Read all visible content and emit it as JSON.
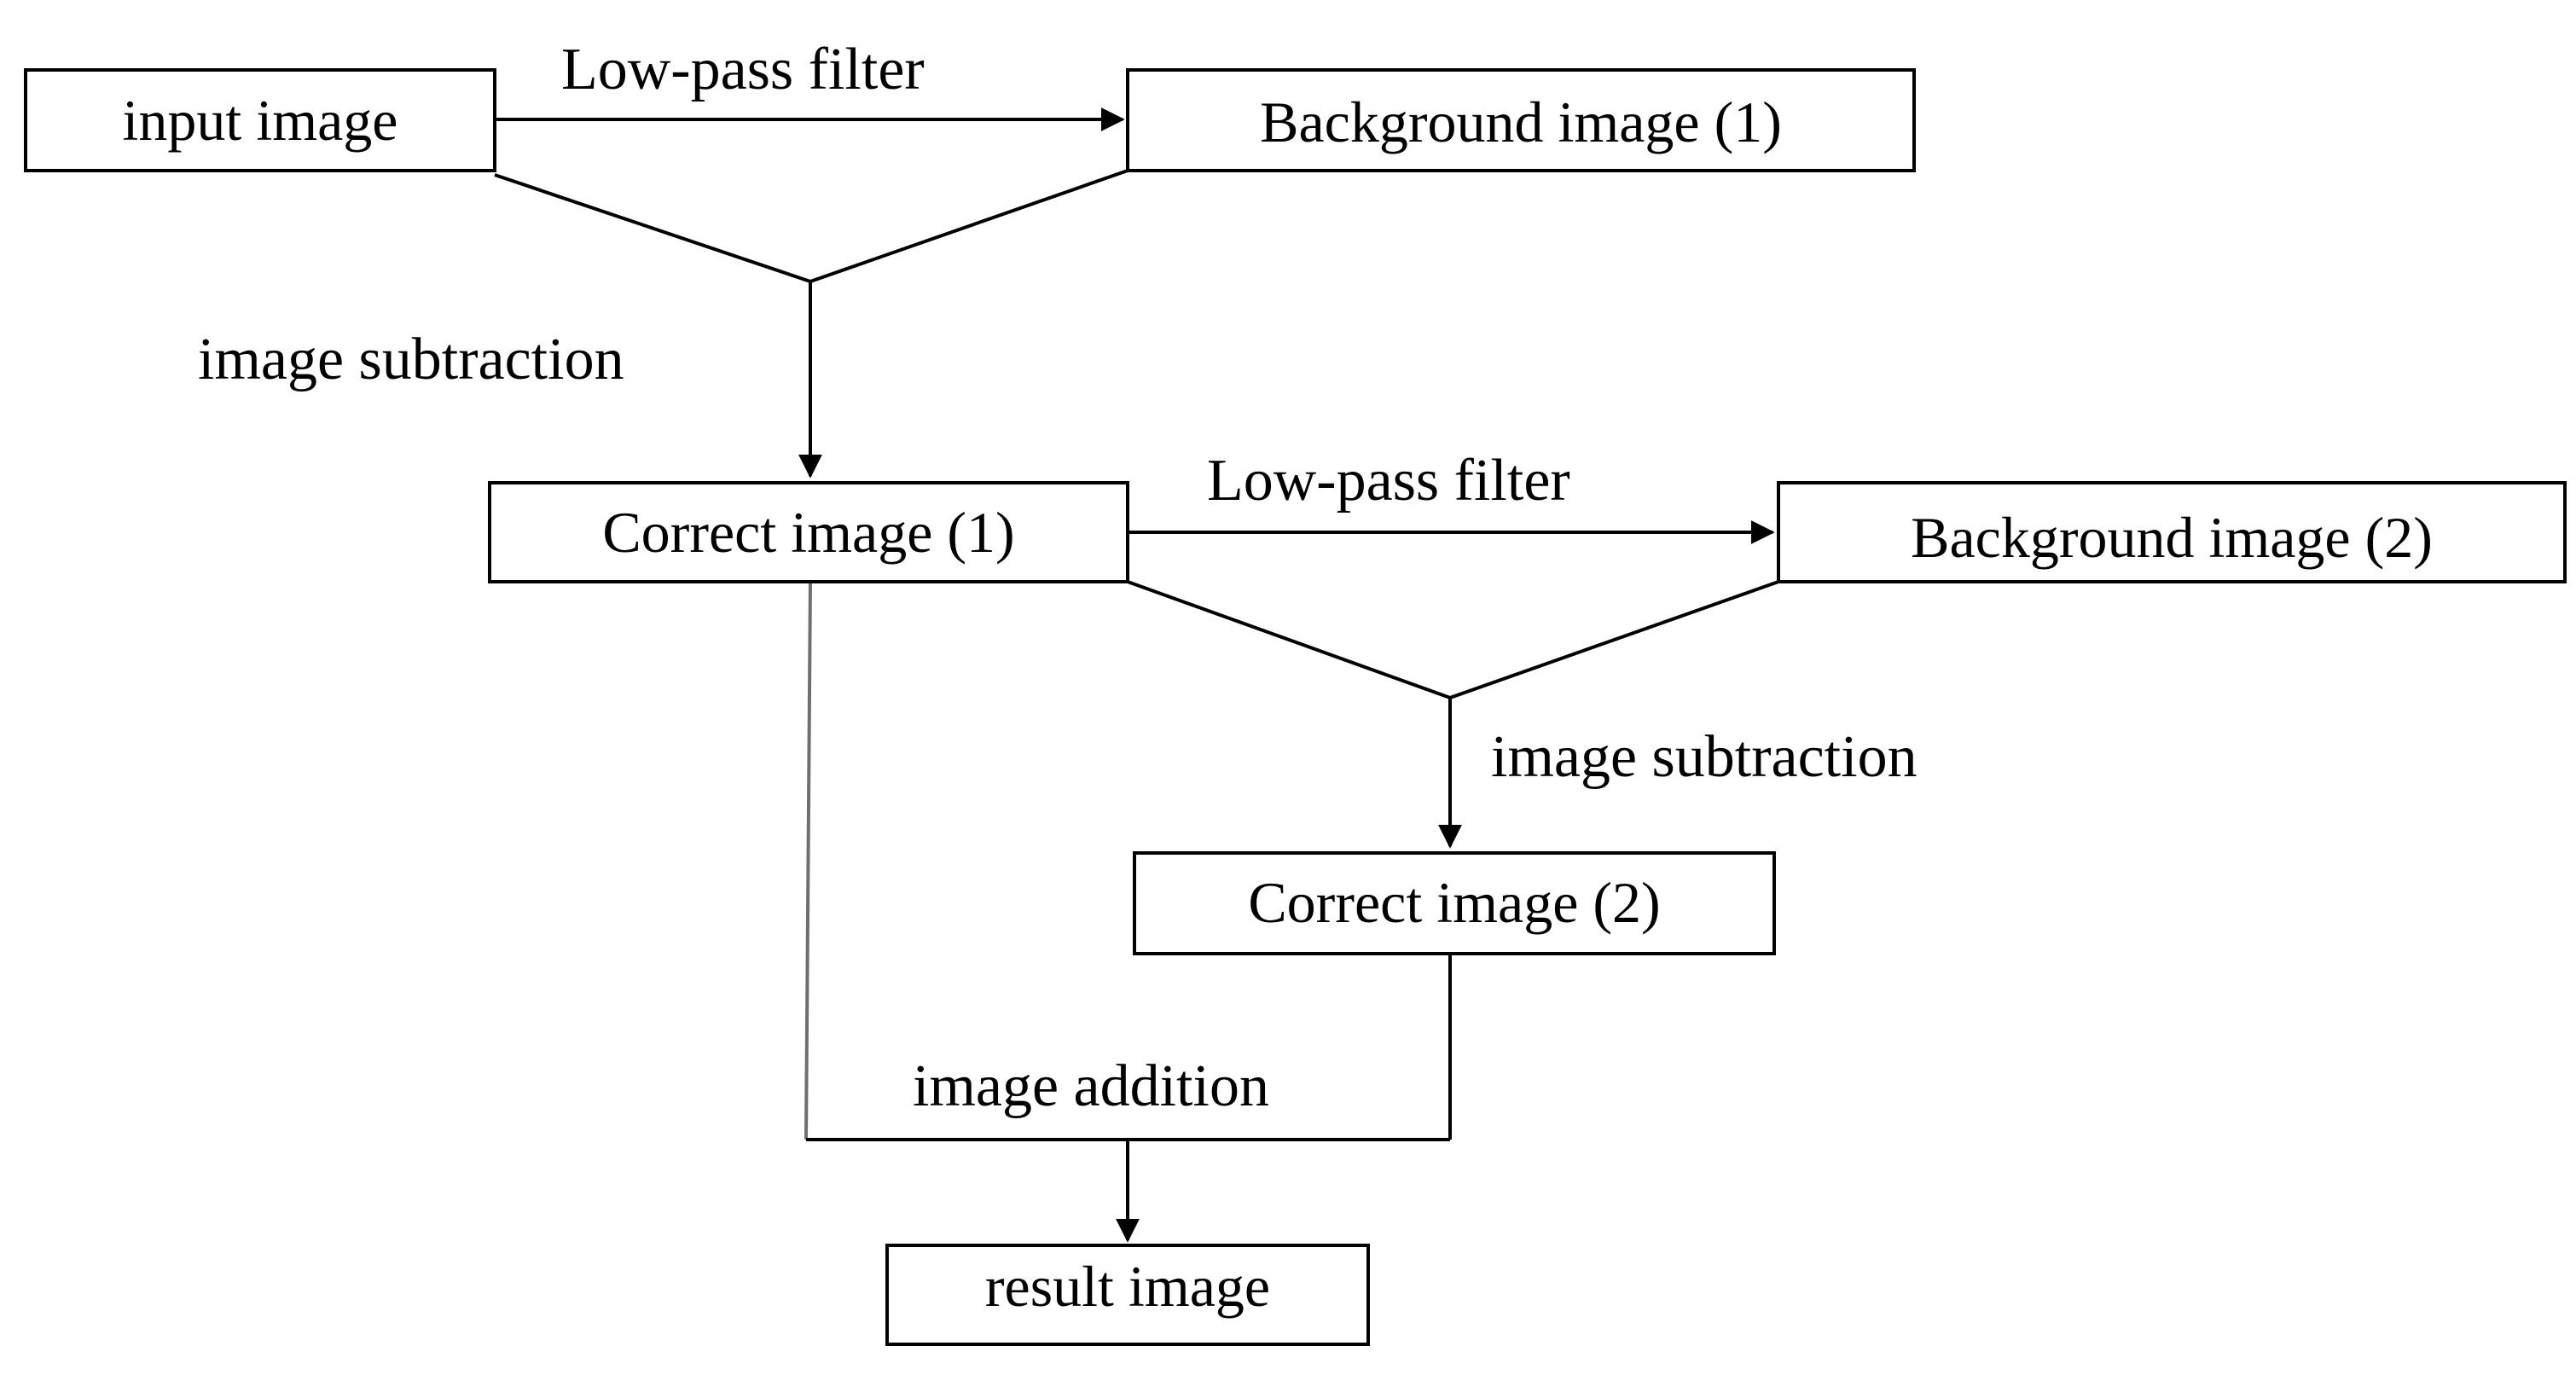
{
  "nodes": {
    "input_image": "input image",
    "background_image_1": "Background image (1)",
    "correct_image_1": "Correct image (1)",
    "background_image_2": "Background image (2)",
    "correct_image_2": "Correct image (2)",
    "result_image": "result image"
  },
  "edges": {
    "low_pass_filter_1": "Low-pass filter",
    "image_subtraction_1": "image subtraction",
    "low_pass_filter_2": "Low-pass filter",
    "image_subtraction_2": "image subtraction",
    "image_addition": "image addition"
  }
}
